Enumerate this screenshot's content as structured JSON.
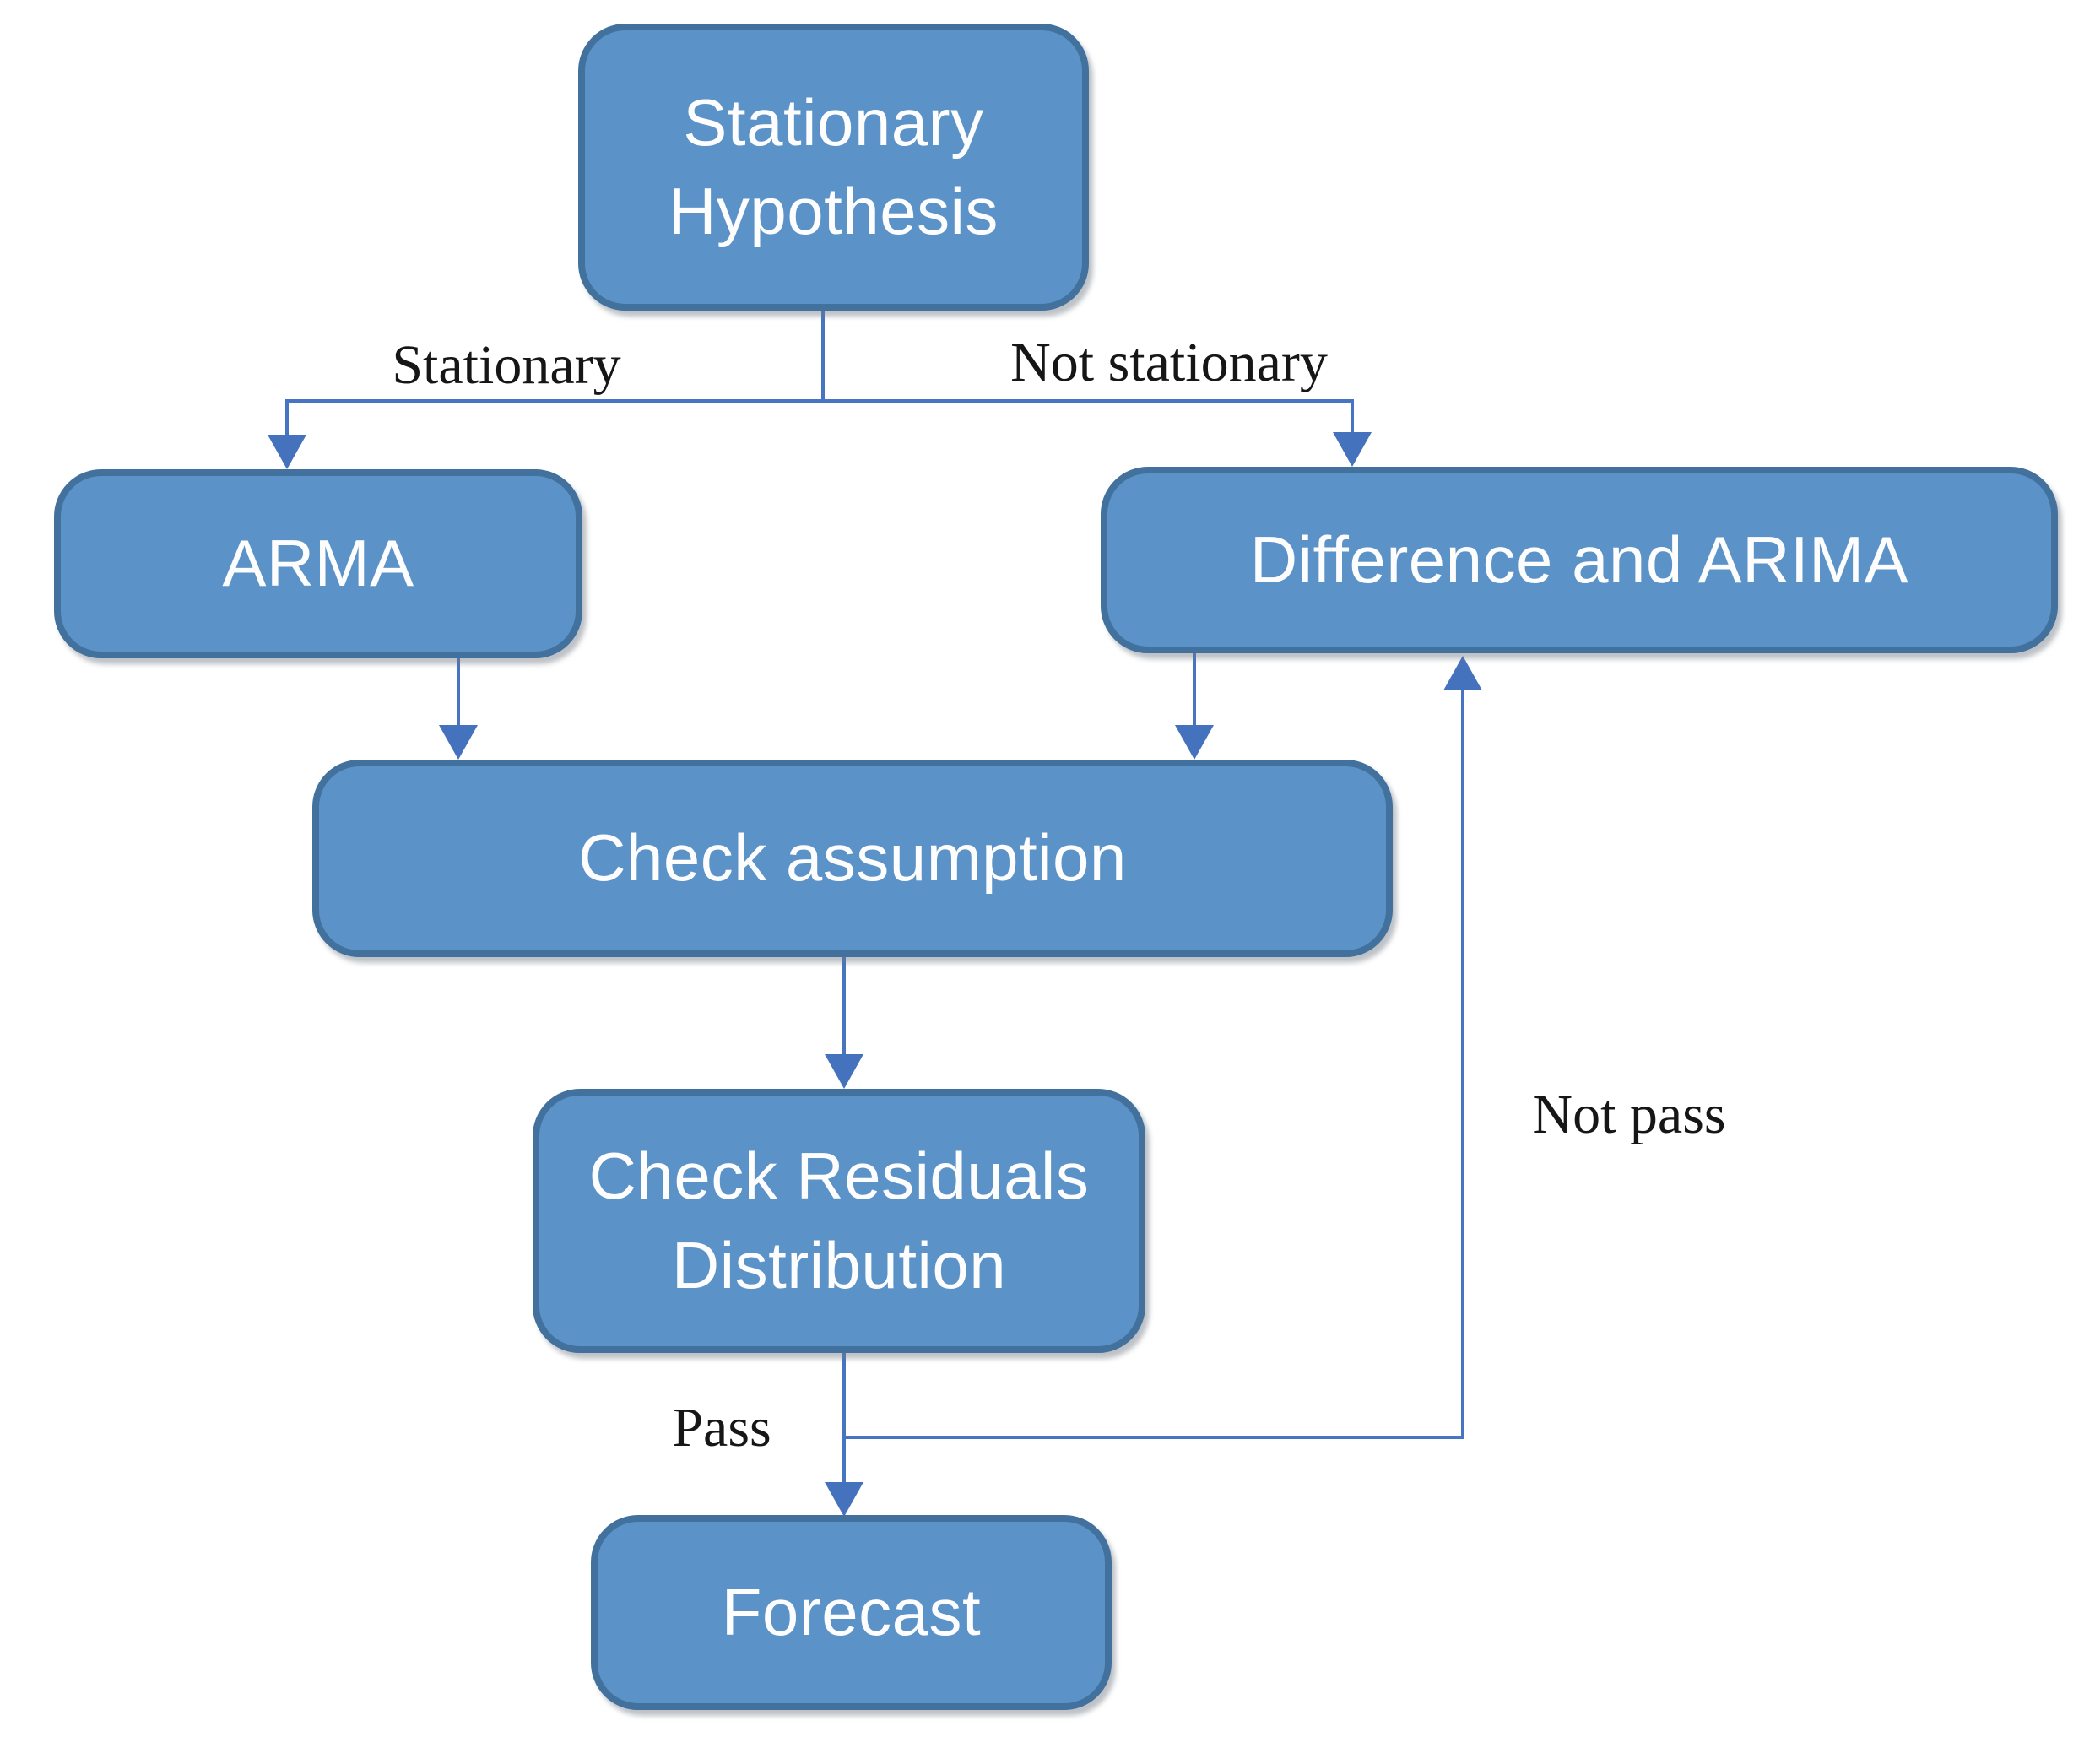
{
  "nodes": [
    {
      "id": "stationary-hypothesis",
      "label": "Stationary\nHypothesis"
    },
    {
      "id": "arma",
      "label": "ARMA"
    },
    {
      "id": "difference-and-arima",
      "label": "Difference and ARIMA"
    },
    {
      "id": "check-assumption",
      "label": "Check assumption"
    },
    {
      "id": "check-residuals-distribution",
      "label": "Check Residuals\nDistribution"
    },
    {
      "id": "forecast",
      "label": "Forecast"
    }
  ],
  "edges": [
    {
      "from": "stationary-hypothesis",
      "to": "arma",
      "label": "Stationary"
    },
    {
      "from": "stationary-hypothesis",
      "to": "difference-and-arima",
      "label": "Not stationary"
    },
    {
      "from": "arma",
      "to": "check-assumption",
      "label": ""
    },
    {
      "from": "difference-and-arima",
      "to": "check-assumption",
      "label": ""
    },
    {
      "from": "check-assumption",
      "to": "check-residuals-distribution",
      "label": ""
    },
    {
      "from": "check-residuals-distribution",
      "to": "forecast",
      "label": "Pass"
    },
    {
      "from": "check-residuals-distribution",
      "to": "difference-and-arima",
      "label": "Not pass"
    }
  ],
  "colors": {
    "node_fill": "#5b93c9",
    "node_border": "#41719c",
    "node_text": "#fdfdfd",
    "connector": "#4572bd",
    "edge_label_text": "#161616",
    "background": "#ffffff"
  }
}
